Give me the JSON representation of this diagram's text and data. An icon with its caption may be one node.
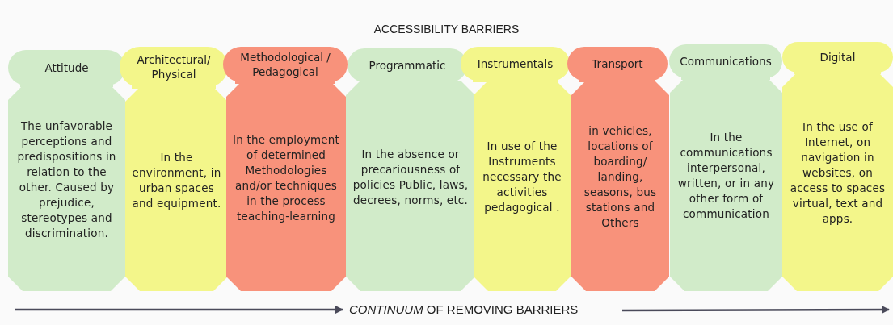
{
  "diagram": {
    "title": "ACCESSIBILITY BARRIERS",
    "nodes": [
      {
        "text": [
          "Attitude",
          "The unfavorable perceptions and predispositions in relation to the other. Caused by prejudice, stereotypes and discrimination."
        ]
      },
      {
        "text": [
          "Architectural/ Physical",
          "In the environment, in urban spaces and equipment."
        ]
      },
      {
        "text": [
          "Methodological / Pedagogical",
          "In the employment of determined Methodologies and/or techniques in the process teaching-learning"
        ]
      },
      {
        "text": [
          "Programmatic",
          "In the absence or precariousness of policies Public, laws, decrees, norms, etc."
        ]
      },
      {
        "text": [
          "Instrumentals",
          "In use of the Instruments necessary the activities pedagogical ."
        ]
      },
      {
        "text": [
          "Transport",
          "in vehicles, locations of boarding/ landing, seasons, bus stations and Others"
        ]
      },
      {
        "text": [
          "Communications",
          "In the communications interpersonal, written, or in any other form of communication"
        ]
      },
      {
        "text": [
          "Digital",
          "In the use of Internet, on navigation in websites, on access to spaces virtual, text and apps."
        ]
      }
    ],
    "labels": [
      "*CONTINUUM* OF REMOVING BARRIERS"
    ]
  }
}
